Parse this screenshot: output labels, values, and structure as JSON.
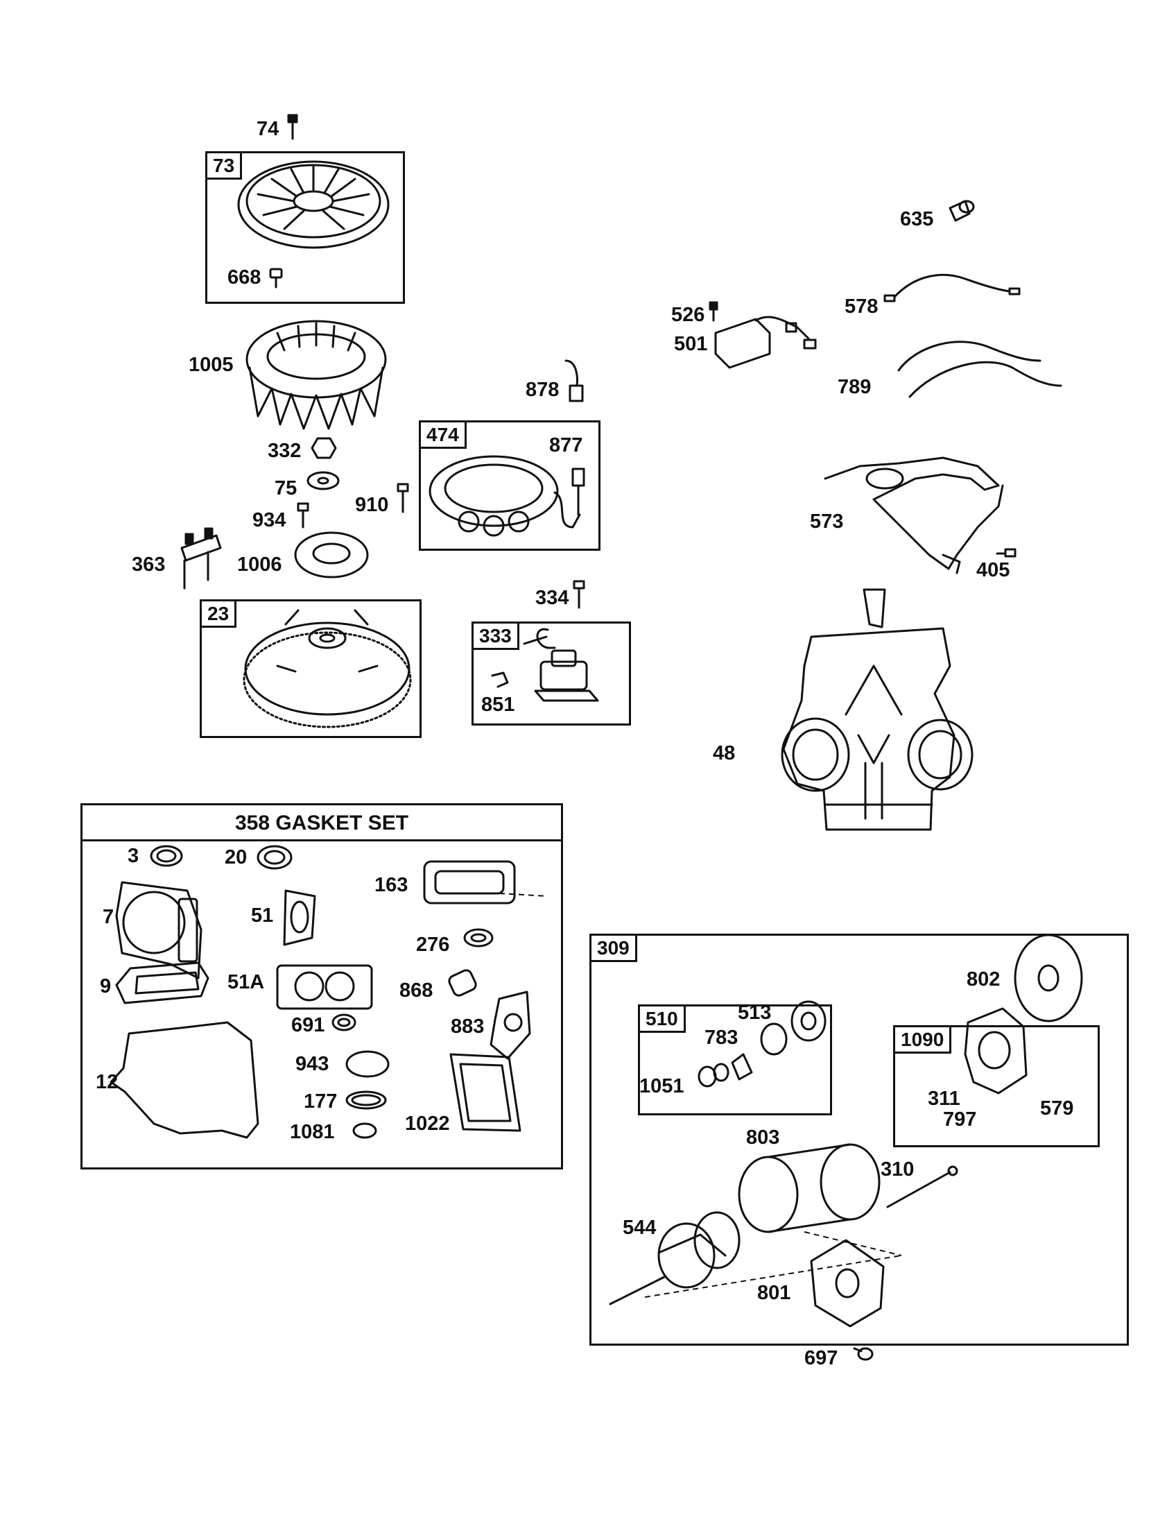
{
  "labels": {
    "p74": "74",
    "p73": "73",
    "p668": "668",
    "p1005": "1005",
    "p332": "332",
    "p75": "75",
    "p910": "910",
    "p934": "934",
    "p363": "363",
    "p1006": "1006",
    "p23": "23",
    "p878": "878",
    "p474": "474",
    "p877": "877",
    "p334": "334",
    "p333": "333",
    "p851": "851",
    "p635": "635",
    "p526": "526",
    "p501": "501",
    "p578": "578",
    "p789": "789",
    "p573": "573",
    "p405": "405",
    "p48": "48",
    "p3": "3",
    "p20": "20",
    "p163": "163",
    "p7": "7",
    "p51": "51",
    "p276": "276",
    "p9": "9",
    "p51A": "51A",
    "p868": "868",
    "p691": "691",
    "p883": "883",
    "p12": "12",
    "p943": "943",
    "p177": "177",
    "p1081": "1081",
    "p1022": "1022",
    "p309": "309",
    "p802": "802",
    "p510": "510",
    "p513": "513",
    "p783": "783",
    "p1051": "1051",
    "p1090": "1090",
    "p311": "311",
    "p797": "797",
    "p579": "579",
    "p803": "803",
    "p310": "310",
    "p544": "544",
    "p801": "801",
    "p697": "697"
  },
  "gasket_set_title": "358 GASKET SET"
}
